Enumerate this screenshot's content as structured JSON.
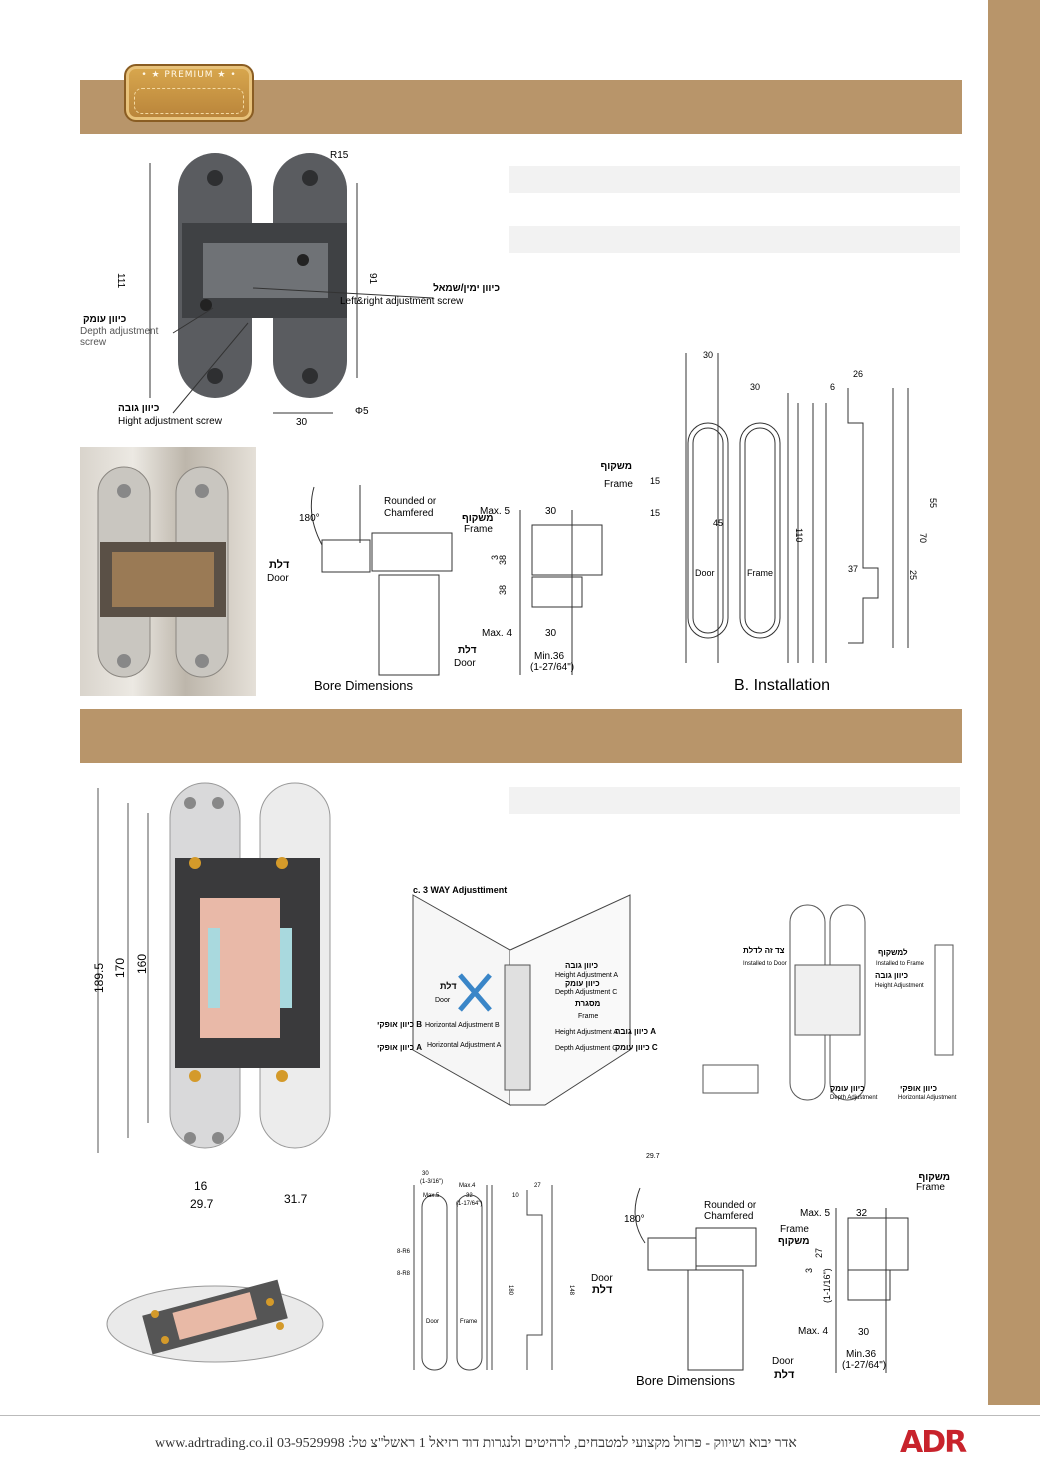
{
  "badge": {
    "text": "• ★ PREMIUM ★ •"
  },
  "labels": {
    "r15": "R15",
    "dim111": "111",
    "dim91": "91",
    "dim30a": "30",
    "phi5": "Φ5",
    "lr_he": "כיוון ימין/שמאל",
    "lr_en": "Left&right adjustment screw",
    "depth_he": "כיוון עומק",
    "depth_en1": "Depth adjustment",
    "depth_en2": "screw",
    "height_he": "כיוון גובה",
    "height_en": "Hight adjustment screw",
    "angle180": "180°",
    "rounded": "Rounded or",
    "chamfered": "Chamfered",
    "frame_he": "משקוף",
    "frame_en": "Frame",
    "door_he": "דלת",
    "door_en": "Door",
    "max5": "Max. 5",
    "max4": "Max. 4",
    "d30": "30",
    "d3": "3",
    "d38": "38",
    "min36": "Min.36",
    "min36b": "(1-27/64\")",
    "bore": "Bore Dimensions",
    "installation": "B. Installation",
    "i30a": "30",
    "i30b": "30",
    "i6": "6",
    "i26": "26",
    "i15a": "15",
    "i15b": "15",
    "i45": "45",
    "i110": "110",
    "i55": "55",
    "i70": "70",
    "i37": "37",
    "i25": "25",
    "b189": "189.5",
    "b170": "170",
    "b160": "160",
    "b16": "16",
    "b297": "29.7",
    "b317": "31.7",
    "way3": "c. 3 WAY Adjusttiment",
    "heightA_he": "כיוון גובה",
    "heightA_en": "Height Adjustment A",
    "depthC_he": "כיוון עומק",
    "depthC_en": "Depth Adjustment C",
    "frame2_he": "מסגרת",
    "frame2_en": "Frame",
    "door2_he": "דלת",
    "door2_en": "Door",
    "horizB_he": "כיוון אופקי B",
    "horizB_en": "Horizontal Adjustment B",
    "horizA_he": "כיוון אופקי A",
    "horizA_en": "Horizontal Adjustment A",
    "heightA2_en": "Height Adjustment A",
    "heightA2_he": "כיוון גובה A",
    "depthC2_en": "Depth Adjustment C",
    "depthC2_he": "כיוון עומק C",
    "sd_frame_he": "למשקוף",
    "sd_frame_en": "Installed to Frame",
    "sd_door_he": "צד זה לדלת",
    "sd_door_en": "Installed to Door",
    "sd_height_he": "כיוון גובה",
    "sd_height_en": "Height Adjustment",
    "sd_depth_he": "כיוון עומק",
    "sd_depth_en": "Depth Adjustment",
    "sd_horiz_he": "כיוון אופקי",
    "sd_horiz_en": "Horizontal Adjustment",
    "top297": "29.7",
    "c30": "30",
    "c316": "(1-3/16\")",
    "cmax4": "Max.4",
    "cmax5": "Max.5",
    "c32": "32",
    "c1764": "(1-17/64\")",
    "c10": "10",
    "c27": "27",
    "c8r6": "8-R6",
    "c8r8": "8-R8",
    "cdoor": "Door",
    "cframe": "Frame",
    "c180": "180",
    "c148": "148",
    "b2_180": "180°",
    "b2_rounded": "Rounded or",
    "b2_chamfered": "Chamfered",
    "b2_frame_en": "Frame",
    "b2_frame_he": "משקוף",
    "b2_door_en": "Door",
    "b2_door_he": "דלת",
    "b2_max5": "Max. 5",
    "b2_max4": "Max. 4",
    "b2_32": "32",
    "b2_30": "30",
    "b2_27": "27",
    "b2_3": "3",
    "b2_1716": "(1-1/16\")",
    "b2_min36": "Min.36",
    "b2_min36b": "(1-27/64\")",
    "b2_bore": "Bore Dimensions",
    "b2_frameTop_he": "משקוף",
    "b2_frameTop_en": "Frame"
  },
  "footer": {
    "text": "www.adrtrading.co.il  03-9529998 :אדר יבוא ושיווק - פרזול מקצועי למטבחים, לרהיטים ולנגרות דוד רזיאל 1 ראשל\"צ טל",
    "logo": "ADR"
  },
  "colors": {
    "brand_band": "#b8956a",
    "logo_red": "#c8232c"
  }
}
